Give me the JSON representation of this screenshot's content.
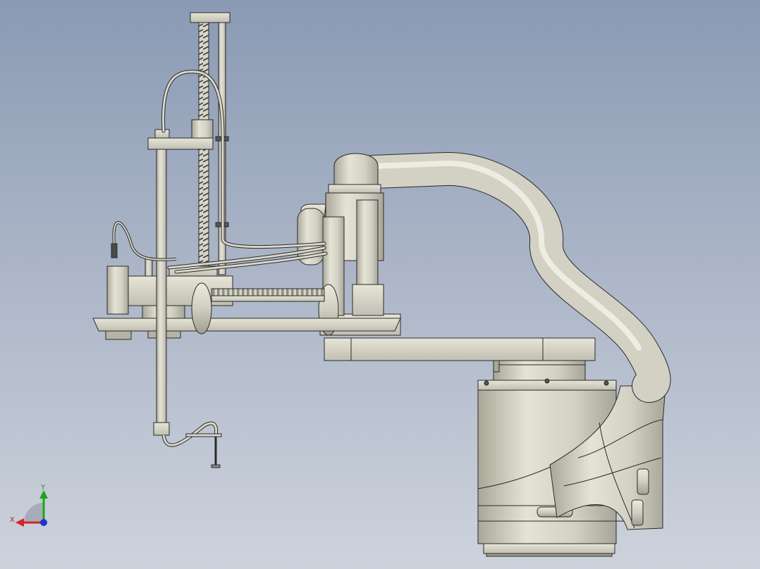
{
  "viewport": {
    "background_top": "#8a9ab4",
    "background_bottom": "#cdd3dd",
    "model_fill": "#d9d8cb",
    "model_shade": "#b9b8aa",
    "edge_color": "#2a2a2a"
  },
  "model": {
    "parts": [
      "robot-base-housing",
      "base-cable-elbow",
      "upper-arm-link",
      "forearm-pivot",
      "cable-conduit-arch",
      "motor-cylinder",
      "gear-rack",
      "lead-screw",
      "guide-rod",
      "vertical-shaft",
      "top-plate",
      "slider-block",
      "tool-bracket",
      "cable-loop",
      "sensor-cable",
      "end-effector-nozzle",
      "tool-carriage-plate"
    ]
  },
  "triad": {
    "x_label": "X",
    "y_label": "Y",
    "x_color": "#d42424",
    "y_color": "#1aa61a",
    "z_color": "#2432d4"
  }
}
